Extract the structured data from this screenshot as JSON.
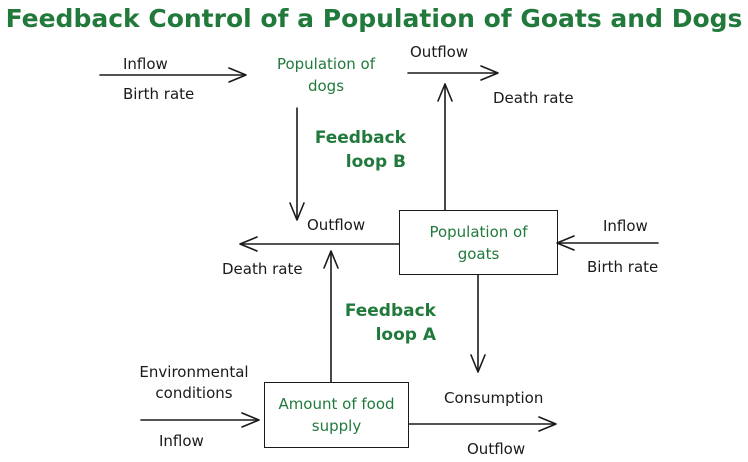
{
  "title": "Feedback Control of a Population of Goats and Dogs",
  "colors": {
    "accent_green": "#217a3c",
    "line": "#1a1a1a"
  },
  "nodes": {
    "dogs": "Population of\ndogs",
    "goats": "Population of\ngoats",
    "food": "Amount of food\nsupply"
  },
  "loops": {
    "b": "Feedback\nloop B",
    "a": "Feedback\nloop A"
  },
  "labels": {
    "dogs_inflow": "Inflow",
    "dogs_birth_rate": "Birth rate",
    "dogs_outflow": "Outflow",
    "dogs_death_rate": "Death rate",
    "goats_outflow": "Outflow",
    "goats_death_rate": "Death rate",
    "goats_inflow": "Inflow",
    "goats_birth_rate": "Birth rate",
    "consumption": "Consumption",
    "env_conditions": "Environmental\nconditions",
    "food_inflow": "Inflow",
    "food_outflow": "Outflow"
  },
  "arrows": [
    {
      "id": "dogs-inflow-arrow",
      "from": "Birth rate",
      "to": "Population of dogs"
    },
    {
      "id": "dogs-outflow-arrow",
      "from": "Population of dogs",
      "to": "Death rate"
    },
    {
      "id": "dogs-to-goat-death-arrow",
      "from": "Population of dogs",
      "to": "Death rate (goats)"
    },
    {
      "id": "goats-to-dog-death-arrow",
      "from": "Population of goats",
      "to": "Death rate (dogs)"
    },
    {
      "id": "goats-outflow-arrow",
      "from": "Population of goats",
      "to": "Death rate"
    },
    {
      "id": "goats-inflow-arrow",
      "from": "Birth rate",
      "to": "Population of goats"
    },
    {
      "id": "goats-consumption-arrow",
      "from": "Population of goats",
      "to": "Consumption"
    },
    {
      "id": "food-to-goat-death-arrow",
      "from": "Amount of food supply",
      "to": "Death rate (goats)"
    },
    {
      "id": "food-inflow-arrow",
      "from": "Environmental conditions",
      "to": "Amount of food supply"
    },
    {
      "id": "food-outflow-arrow",
      "from": "Amount of food supply",
      "to": "Outflow"
    }
  ]
}
